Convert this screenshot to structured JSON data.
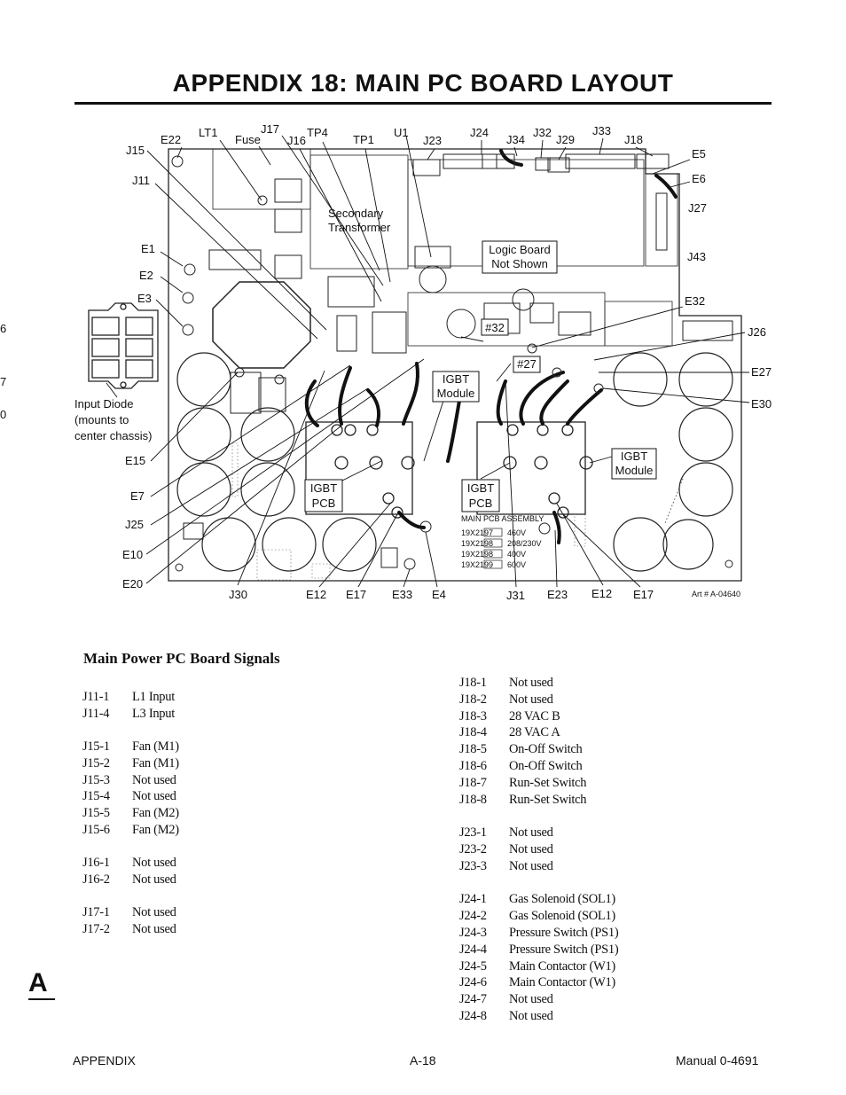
{
  "title": "APPENDIX 18:  MAIN PC BOARD LAYOUT",
  "diagram": {
    "callouts": [
      "E22",
      "LT1",
      "Fuse",
      "J17",
      "J16",
      "TP4",
      "TP1",
      "U1",
      "J23",
      "J24",
      "J34",
      "J32",
      "J29",
      "J33",
      "J18",
      "J15",
      "J11",
      "E5",
      "E6",
      "J27",
      "E1",
      "E2",
      "E3",
      "J43",
      "E32",
      "J26",
      "E27",
      "E30",
      "E15",
      "E7",
      "J25",
      "E10",
      "E20",
      "J30",
      "E12",
      "E17",
      "E33",
      "E4",
      "J31",
      "E23",
      "E12",
      "E17"
    ],
    "boxes": {
      "secondary_transformer": "Secondary Transformer",
      "logic_board": "Logic Board Not Shown",
      "igbt_module": "IGBT Module",
      "igbt_pcb": "IGBT PCB",
      "ref_32": "#32",
      "ref_27": "#27"
    },
    "input_diode": "Input Diode (mounts to center chassis)",
    "art_number": "Art # A-04640",
    "edge_marks": [
      "6",
      "7",
      "0"
    ],
    "board_silkscreen": {
      "assembly_heading": "MAIN PCB ASSEMBLY",
      "assembly_rows": [
        {
          "part": "19X2197",
          "voltage": "460V"
        },
        {
          "part": "19X2198",
          "voltage": "208/230V"
        },
        {
          "part": "19X2198",
          "voltage": "400V"
        },
        {
          "part": "19X2199",
          "voltage": "600V"
        }
      ]
    }
  },
  "signals": {
    "heading": "Main Power PC Board Signals",
    "left_groups": [
      [
        {
          "pin": "J11-1",
          "desc": "L1 Input"
        },
        {
          "pin": "J11-4",
          "desc": "L3 Input"
        }
      ],
      [
        {
          "pin": "J15-1",
          "desc": "Fan (M1)"
        },
        {
          "pin": "J15-2",
          "desc": "Fan (M1)"
        },
        {
          "pin": "J15-3",
          "desc": "Not used"
        },
        {
          "pin": "J15-4",
          "desc": "Not used"
        },
        {
          "pin": "J15-5",
          "desc": "Fan (M2)"
        },
        {
          "pin": "J15-6",
          "desc": "Fan (M2)"
        }
      ],
      [
        {
          "pin": "J16-1",
          "desc": "Not used"
        },
        {
          "pin": "J16-2",
          "desc": "Not used"
        }
      ],
      [
        {
          "pin": "J17-1",
          "desc": "Not used"
        },
        {
          "pin": "J17-2",
          "desc": "Not used"
        }
      ]
    ],
    "right_groups": [
      [
        {
          "pin": "J18-1",
          "desc": "Not used"
        },
        {
          "pin": "J18-2",
          "desc": "Not used"
        },
        {
          "pin": "J18-3",
          "desc": "28 VAC B"
        },
        {
          "pin": "J18-4",
          "desc": "28 VAC A"
        },
        {
          "pin": "J18-5",
          "desc": "On-Off Switch"
        },
        {
          "pin": "J18-6",
          "desc": "On-Off Switch"
        },
        {
          "pin": "J18-7",
          "desc": "Run-Set Switch"
        },
        {
          "pin": "J18-8",
          "desc": "Run-Set Switch"
        }
      ],
      [
        {
          "pin": "J23-1",
          "desc": "Not used"
        },
        {
          "pin": "J23-2",
          "desc": "Not used"
        },
        {
          "pin": "J23-3",
          "desc": "Not used"
        }
      ],
      [
        {
          "pin": "J24-1",
          "desc": "Gas Solenoid (SOL1)"
        },
        {
          "pin": "J24-2",
          "desc": "Gas Solenoid (SOL1)"
        },
        {
          "pin": "J24-3",
          "desc": "Pressure Switch (PS1)"
        },
        {
          "pin": "J24-4",
          "desc": "Pressure Switch (PS1)"
        },
        {
          "pin": "J24-5",
          "desc": "Main Contactor (W1)"
        },
        {
          "pin": "J24-6",
          "desc": "Main Contactor (W1)"
        },
        {
          "pin": "J24-7",
          "desc": "Not used"
        },
        {
          "pin": "J24-8",
          "desc": "Not used"
        }
      ]
    ]
  },
  "appendix_letter": "A",
  "footer": {
    "left": "APPENDIX",
    "center": "A-18",
    "right": "Manual 0-4691"
  }
}
